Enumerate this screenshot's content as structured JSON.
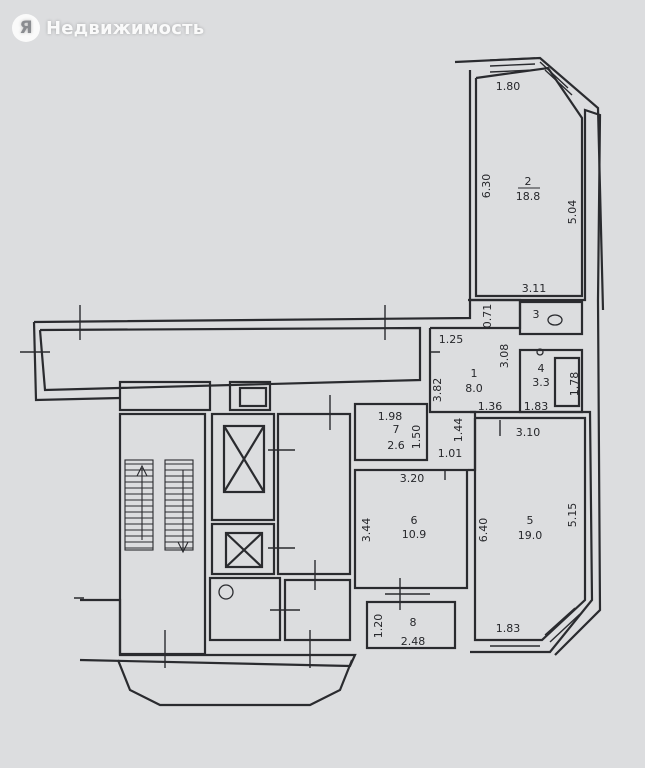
{
  "watermark": {
    "logo_letter": "Я",
    "text": "Недвижимость"
  },
  "colors": {
    "line": "#2a2b2f",
    "paper": "#dcdddf"
  },
  "rooms": [
    {
      "id": "2",
      "number": "2",
      "area": "18.8"
    },
    {
      "id": "3",
      "number": "3"
    },
    {
      "id": "4",
      "number": "4",
      "area": "3.3"
    },
    {
      "id": "1",
      "number": "1",
      "area": "8.0"
    },
    {
      "id": "7",
      "number": "7",
      "area": "2.6"
    },
    {
      "id": "6",
      "number": "6",
      "area": "10.9"
    },
    {
      "id": "5",
      "number": "5",
      "area": "19.0"
    },
    {
      "id": "8",
      "number": "8",
      "area": "2.48"
    }
  ],
  "dimensions": {
    "r2_top": "1.80",
    "r2_left": "6.30",
    "r2_right": "5.04",
    "r2_bottom": "3.11",
    "r3_left": "0.71",
    "r1_top": "1.25",
    "r1_right": "3.08",
    "r4_side": "1.78",
    "r1_left": "3.82",
    "r1_bottom": "1.36",
    "r4_bottom": "1.83",
    "r7_top": "1.98",
    "r7_side": "1.50",
    "r1_door": "1.44",
    "r1_lower": "1.01",
    "r5_top": "3.10",
    "r6_top": "3.20",
    "r6_left": "3.44",
    "r5_left": "6.40",
    "r5_right": "5.15",
    "r8_left": "1.20",
    "r5_bottom": "1.83"
  }
}
